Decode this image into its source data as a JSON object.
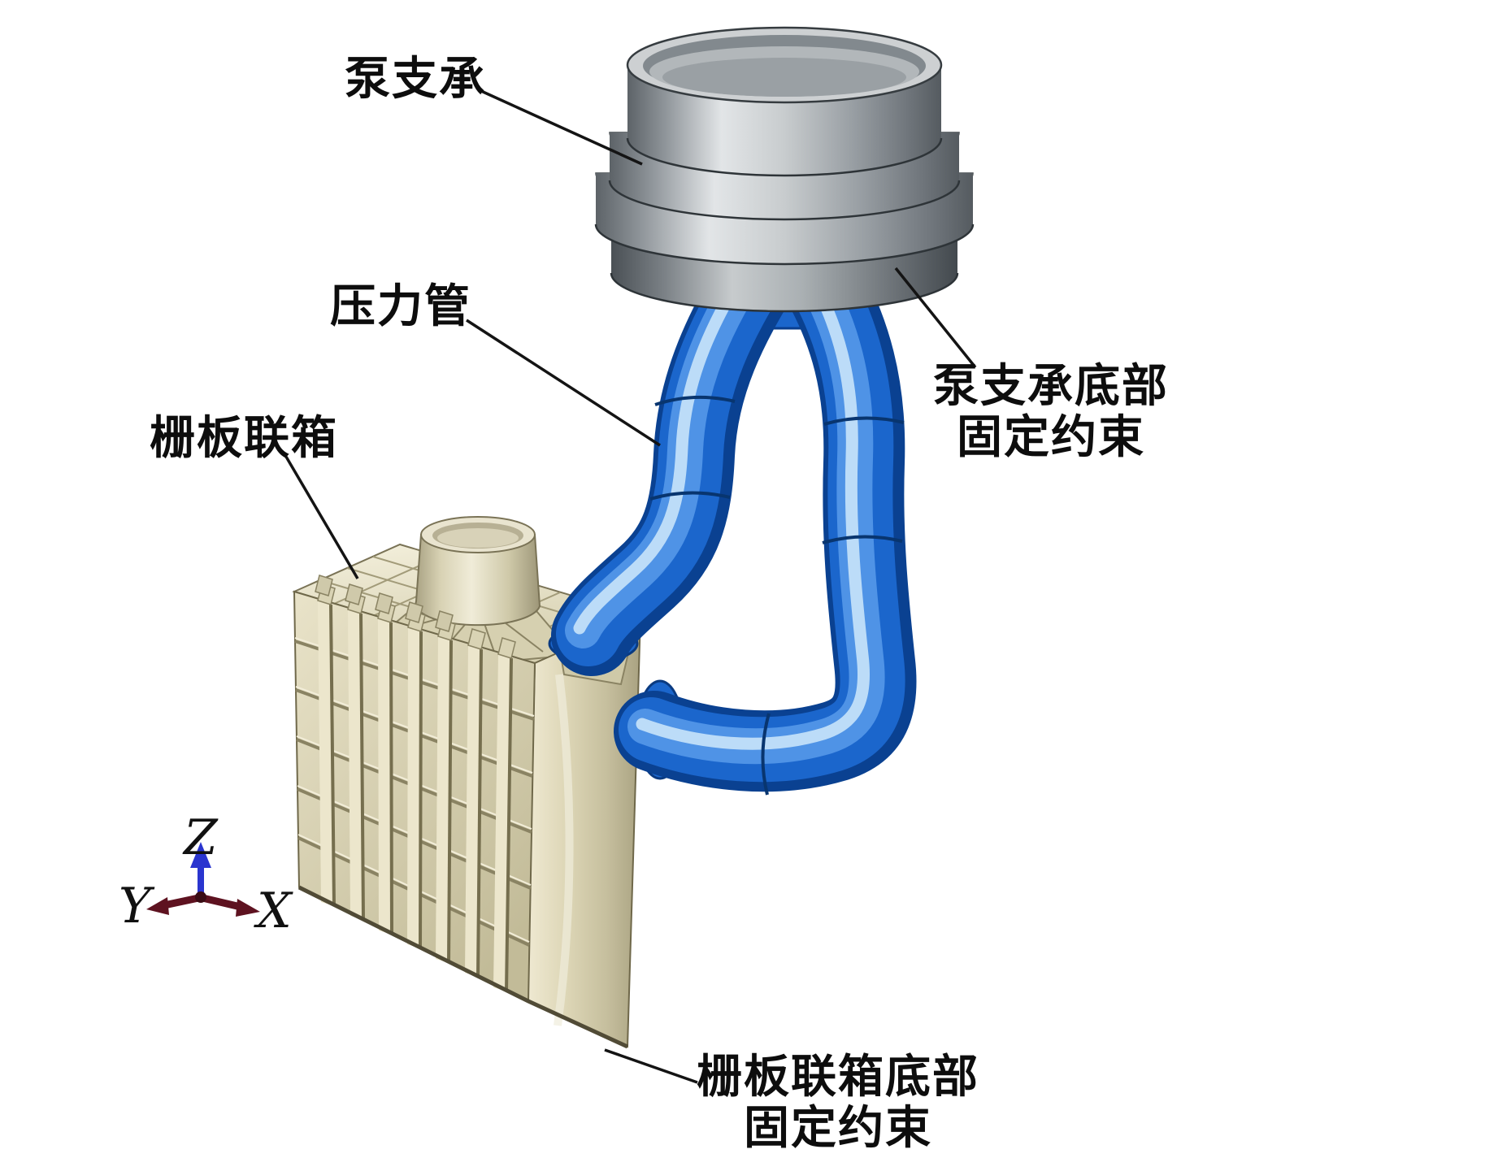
{
  "figure": {
    "type": "3d-fea-model-annotated-figure",
    "background": "#ffffff",
    "labels": {
      "pump_support": "泵支承",
      "pressure_pipe": "压力管",
      "grid_header_box": "栅板联箱",
      "pump_support_constraint_line1": "泵支承底部",
      "pump_support_constraint_line2": "固定约束",
      "grid_header_constraint_line1": "栅板联箱底部",
      "grid_header_constraint_line2": "固定约束"
    },
    "axis_triad": {
      "x": "X",
      "y": "Y",
      "z": "Z"
    },
    "colors": {
      "pressure_pipe_blue": "#1b66cc",
      "pump_support_gray": "#b9bec3",
      "grid_header_cream": "#ded7b6",
      "axis_z_arrow": "#2a35cf",
      "axis_xy_arrow": "#5e1220",
      "leader_line": "#141414"
    }
  }
}
